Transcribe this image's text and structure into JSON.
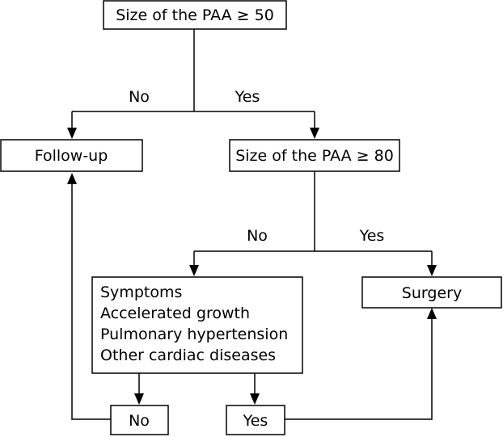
{
  "diagram": {
    "nodes": {
      "q1": "Size of the PAA ≥ 50",
      "follow_up": "Follow-up",
      "q2": "Size of the PAA ≥ 80",
      "criteria": [
        "Symptoms",
        "Accelerated growth",
        "Pulmonary hypertension",
        "Other cardiac diseases"
      ],
      "surgery": "Surgery",
      "no_box": "No",
      "yes_box": "Yes"
    },
    "edge_labels": {
      "q1_no": "No",
      "q1_yes": "Yes",
      "q2_no": "No",
      "q2_yes": "Yes"
    }
  }
}
